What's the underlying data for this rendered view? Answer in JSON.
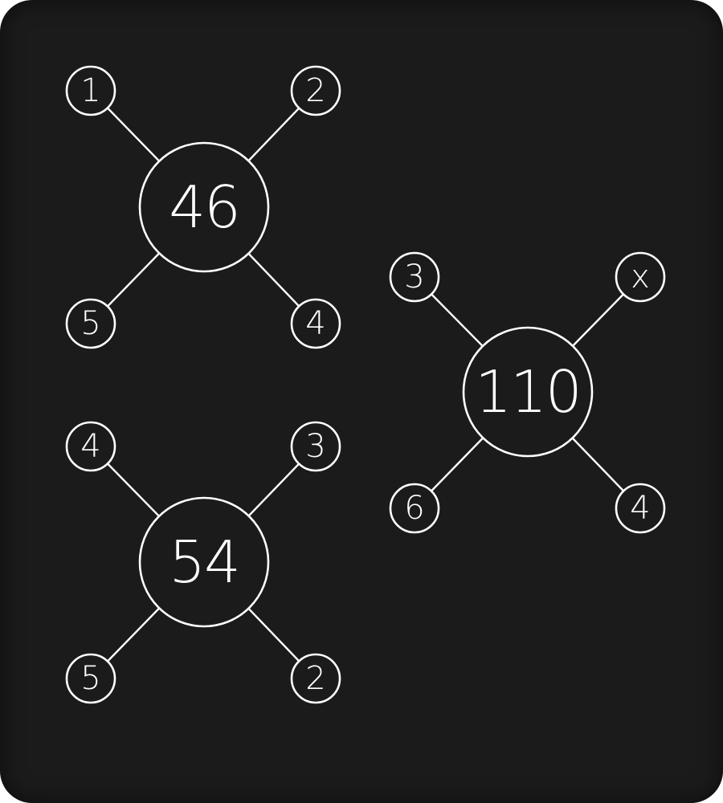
{
  "colors": {
    "background": "#1b1b1b",
    "stroke": "#ffffff",
    "text": "#ffffff"
  },
  "puzzles": [
    {
      "center": "46",
      "top_left": "1",
      "top_right": "2",
      "bottom_left": "5",
      "bottom_right": "4"
    },
    {
      "center": "54",
      "top_left": "4",
      "top_right": "3",
      "bottom_left": "5",
      "bottom_right": "2"
    },
    {
      "center": "110",
      "top_left": "3",
      "top_right": "x",
      "bottom_left": "6",
      "bottom_right": "4"
    }
  ]
}
